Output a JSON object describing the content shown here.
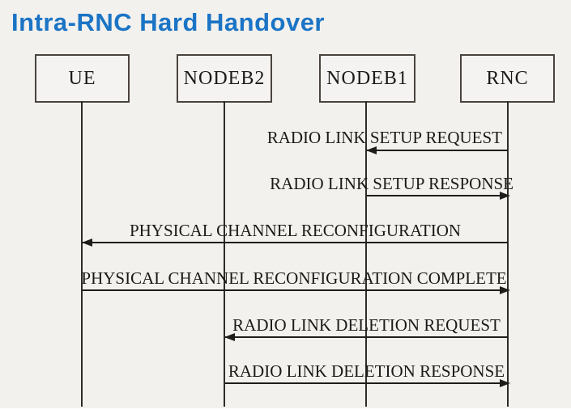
{
  "title": {
    "text": "Intra-RNC Hard Handover",
    "color": "#1b74c5"
  },
  "actors": [
    {
      "id": "ue",
      "label": "UE"
    },
    {
      "id": "nodeb2",
      "label": "NODEB2"
    },
    {
      "id": "nodeb1",
      "label": "NODEB1"
    },
    {
      "id": "rnc",
      "label": "RNC"
    }
  ],
  "messages": [
    {
      "label": "RADIO LINK SETUP REQUEST",
      "from": "RNC",
      "to": "NODEB1",
      "direction": "left"
    },
    {
      "label": "RADIO LINK SETUP RESPONSE",
      "from": "NODEB1",
      "to": "RNC",
      "direction": "right"
    },
    {
      "label": "PHYSICAL CHANNEL RECONFIGURATION",
      "from": "RNC",
      "to": "UE",
      "direction": "left"
    },
    {
      "label": "PHYSICAL CHANNEL RECONFIGURATION COMPLETE",
      "from": "UE",
      "to": "RNC",
      "direction": "right"
    },
    {
      "label": "RADIO LINK DELETION REQUEST",
      "from": "RNC",
      "to": "NODEB2",
      "direction": "left"
    },
    {
      "label": "RADIO LINK DELETION RESPONSE",
      "from": "NODEB2",
      "to": "RNC",
      "direction": "right"
    }
  ],
  "colors": {
    "background": "#f2f1ee",
    "line": "#1f1d1b",
    "title": "#1b74c5"
  }
}
